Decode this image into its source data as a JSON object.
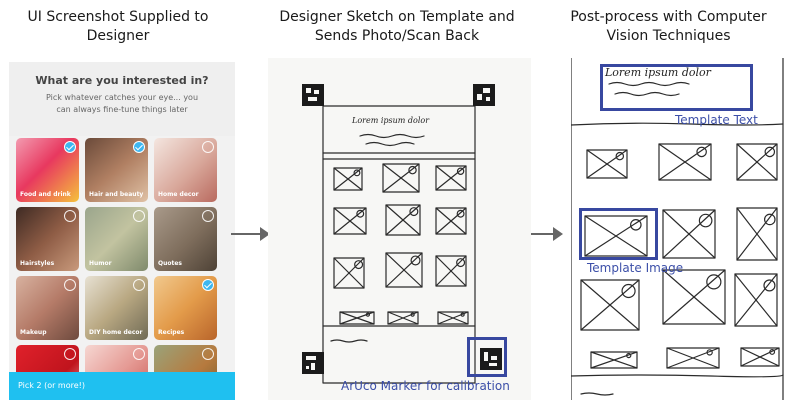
{
  "titles": {
    "panel1": "UI Screenshot Supplied to Designer",
    "panel2": "Designer Sketch on Template and Sends Photo/Scan Back",
    "panel3": "Post-process with Computer Vision Techniques"
  },
  "phone": {
    "question": "What are you interested in?",
    "subtitle": "Pick whatever catches your eye... you\ncan always fine-tune things later",
    "cta": "Pick 2 (or more!)",
    "tiles": [
      {
        "label": "Food and drink",
        "selected": true
      },
      {
        "label": "Hair and beauty",
        "selected": true
      },
      {
        "label": "Home decor",
        "selected": false
      },
      {
        "label": "Hairstyles",
        "selected": false
      },
      {
        "label": "Humor",
        "selected": false
      },
      {
        "label": "Quotes",
        "selected": false
      },
      {
        "label": "Makeup",
        "selected": false
      },
      {
        "label": "DIY home decor",
        "selected": false
      },
      {
        "label": "Recipes",
        "selected": true
      },
      {
        "label": "",
        "selected": false
      },
      {
        "label": "",
        "selected": false
      },
      {
        "label": "",
        "selected": false
      }
    ]
  },
  "sketch": {
    "handwritten": "Lorem ipsum dolor",
    "aruco_caption": "ArUco Marker for calibration"
  },
  "processed": {
    "handwritten": "Lorem ipsum dolor",
    "template_text_label": "Template Text",
    "template_image_label": "Template Image"
  },
  "colors": {
    "accent_blue": "#3848a0",
    "cta_blue": "#1fc0f0",
    "check_blue": "#3db7f0"
  }
}
